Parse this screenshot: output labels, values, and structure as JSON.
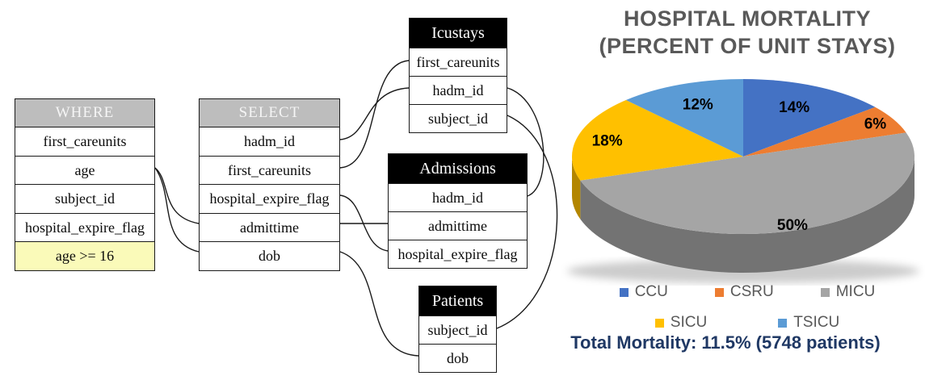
{
  "diagram": {
    "tables": [
      {
        "id": "WHERE",
        "title": "WHERE",
        "kind": "clause",
        "rows": [
          {
            "text": "first_careunits"
          },
          {
            "text": "age"
          },
          {
            "text": "subject_id"
          },
          {
            "text": "hospital_expire_flag"
          },
          {
            "text": "age >= 16",
            "highlight": true
          }
        ]
      },
      {
        "id": "SELECT",
        "title": "SELECT",
        "kind": "clause",
        "rows": [
          {
            "text": "hadm_id"
          },
          {
            "text": "first_careunits"
          },
          {
            "text": "hospital_expire_flag"
          },
          {
            "text": "admittime"
          },
          {
            "text": "dob"
          }
        ]
      },
      {
        "id": "Icustays",
        "title": "Icustays",
        "kind": "entity",
        "rows": [
          {
            "text": "first_careunits"
          },
          {
            "text": "hadm_id"
          },
          {
            "text": "subject_id"
          }
        ]
      },
      {
        "id": "Admissions",
        "title": "Admissions",
        "kind": "entity",
        "rows": [
          {
            "text": "hadm_id"
          },
          {
            "text": "admittime"
          },
          {
            "text": "hospital_expire_flag"
          }
        ]
      },
      {
        "id": "Patients",
        "title": "Patients",
        "kind": "entity",
        "rows": [
          {
            "text": "subject_id"
          },
          {
            "text": "dob"
          }
        ]
      }
    ],
    "connections": [
      {
        "from": "WHERE.age",
        "to": "SELECT.admittime"
      },
      {
        "from": "WHERE.age",
        "to": "SELECT.dob"
      },
      {
        "from": "SELECT.hadm_id",
        "to": "Icustays.hadm_id"
      },
      {
        "from": "SELECT.first_careunits",
        "to": "Icustays.first_careunits"
      },
      {
        "from": "SELECT.hospital_expire_flag",
        "to": "Admissions.hospital_expire_flag"
      },
      {
        "from": "SELECT.admittime",
        "to": "Admissions.admittime"
      },
      {
        "from": "SELECT.dob",
        "to": "Patients.dob"
      },
      {
        "from": "Icustays.hadm_id",
        "to": "Admissions.hadm_id"
      },
      {
        "from": "Icustays.subject_id",
        "to": "Patients.subject_id"
      }
    ]
  },
  "chart_data": {
    "type": "pie",
    "title": "HOSPITAL MORTALITY",
    "subtitle": "(PERCENT OF UNIT STAYS)",
    "labels_format": "{value}%",
    "legend_position": "bottom",
    "series": [
      {
        "name": "CCU",
        "value": 14,
        "color": "#4472C4"
      },
      {
        "name": "CSRU",
        "value": 6,
        "color": "#ED7D31"
      },
      {
        "name": "MICU",
        "value": 50,
        "color": "#A5A5A5"
      },
      {
        "name": "SICU",
        "value": 18,
        "color": "#FFC000"
      },
      {
        "name": "TSICU",
        "value": 12,
        "color": "#5B9BD5"
      }
    ],
    "note": "Total Mortality: 11.5% (5748 patients)"
  },
  "colors": {
    "title_text": "#595959",
    "legend_text": "#595959",
    "note_text": "#1F3864",
    "clause_header_bg": "#BDBDBD",
    "entity_header_bg": "#000000",
    "highlight_row_bg": "#FAFAB9",
    "line": "#1A1A1A"
  }
}
